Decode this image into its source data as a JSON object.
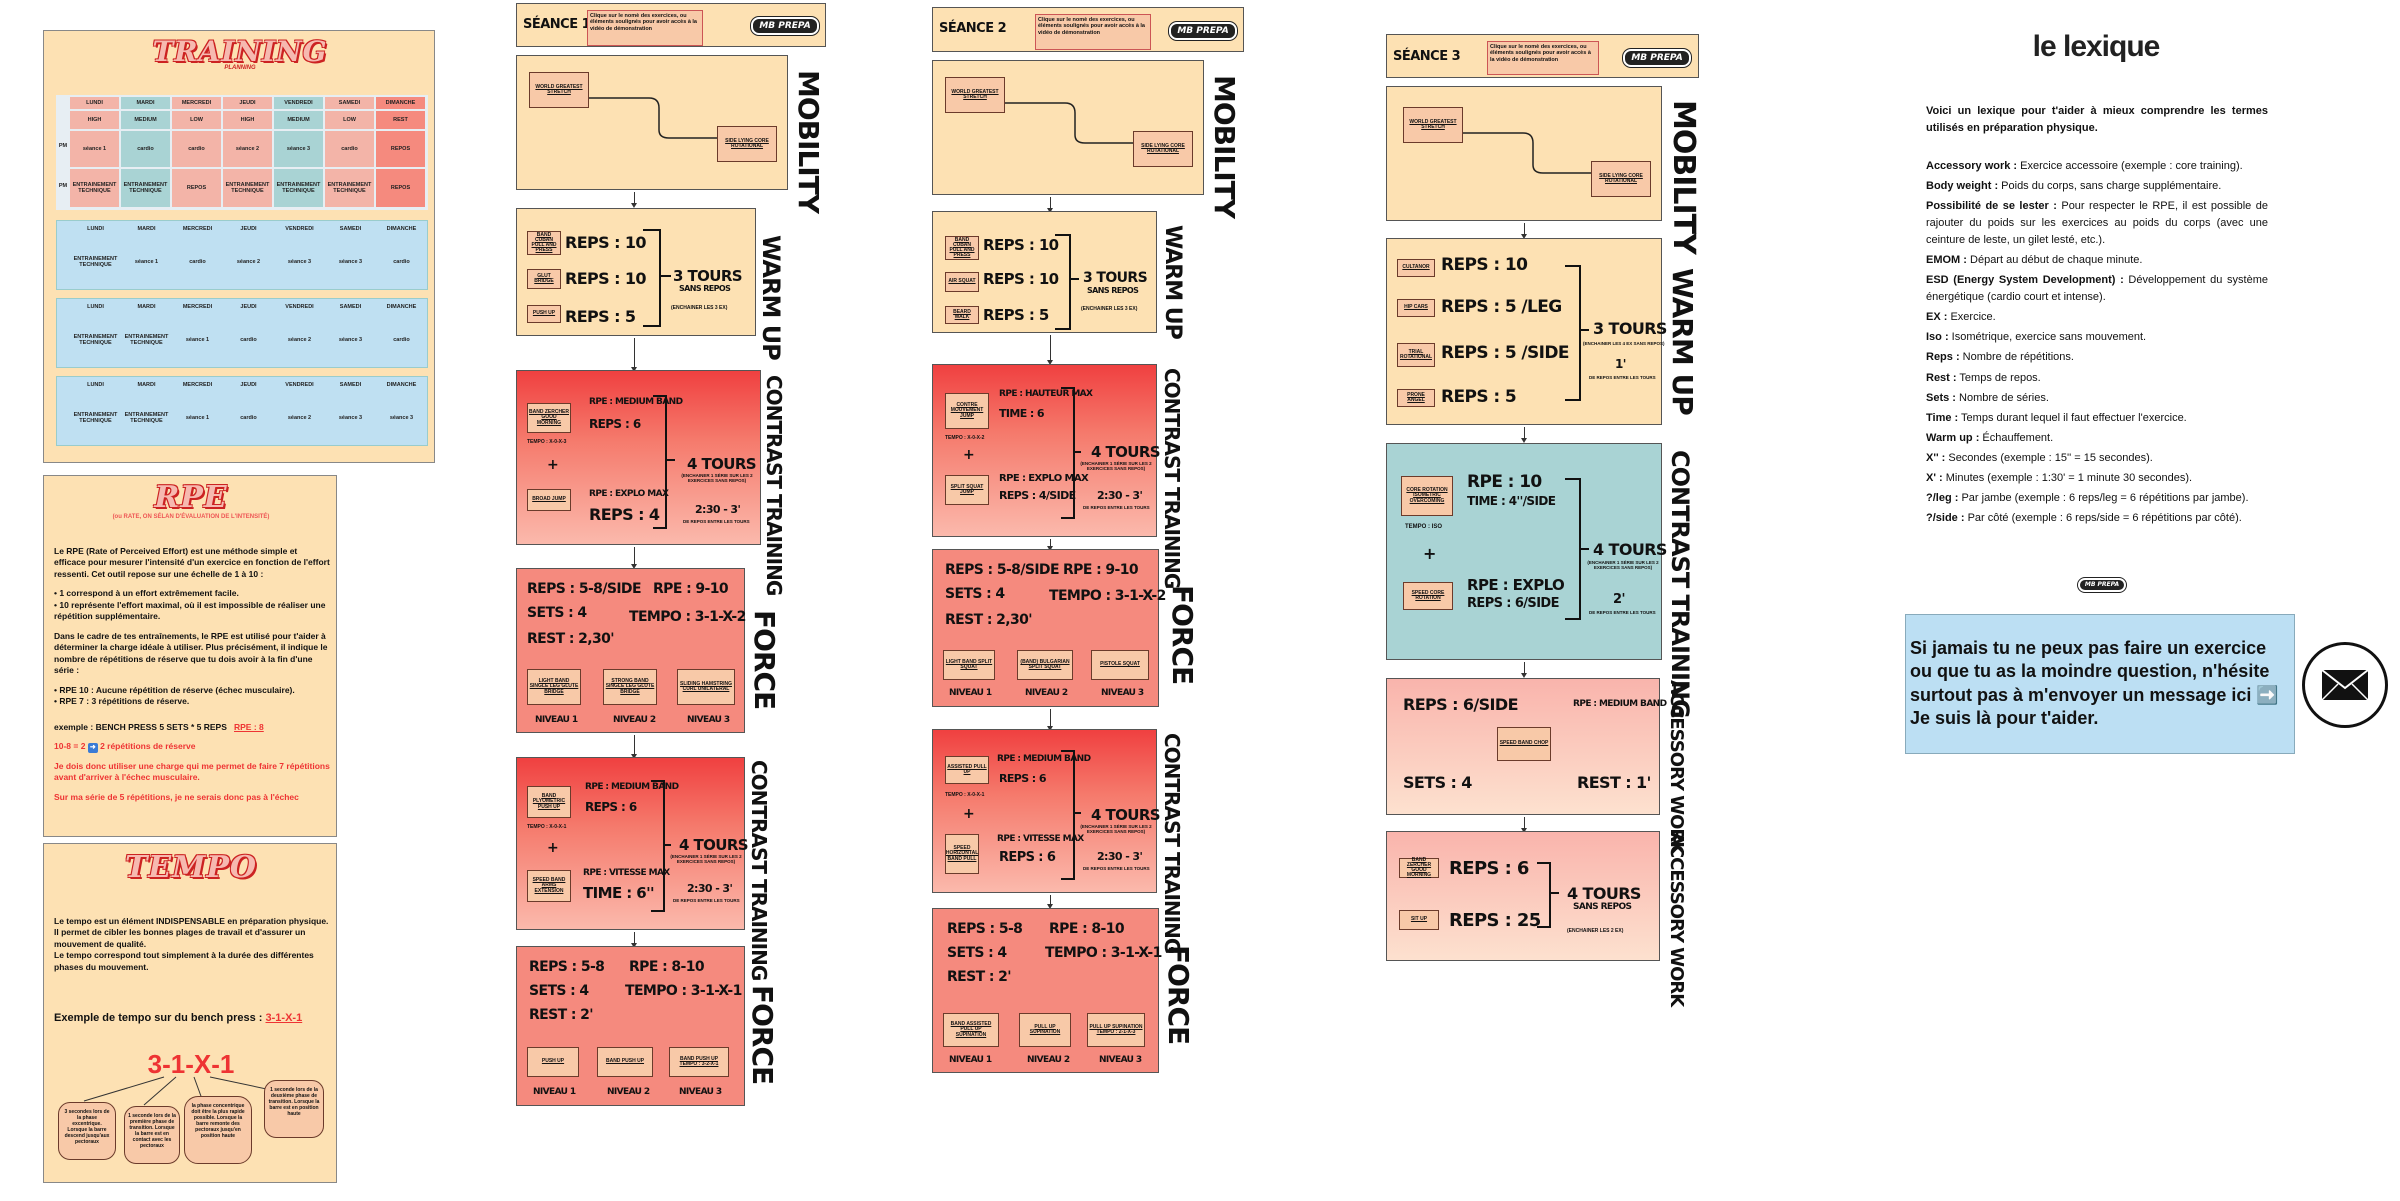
{
  "training": {
    "title": "TRAINING",
    "subtitle": "PLANNING",
    "day_labels": [
      "LUNDI",
      "MARDI",
      "MERCREDI",
      "JEUDI",
      "VENDREDI",
      "SAMEDI",
      "DIMANCHE"
    ],
    "intensity": [
      "HIGH",
      "MEDIUM",
      "LOW",
      "HIGH",
      "MEDIUM",
      "LOW",
      "REST"
    ],
    "row_pm_label": "PM",
    "row_pm": [
      "séance 1",
      "cardio",
      "cardio",
      "séance 2",
      "séance 3",
      "cardio",
      "REPOS"
    ],
    "row_pm2": [
      "ENTRAINEMENT TECHNIQUE",
      "ENTRAINEMENT TECHNIQUE",
      "REPOS",
      "ENTRAINEMENT TECHNIQUE",
      "ENTRAINEMENT TECHNIQUE",
      "ENTRAINEMENT TECHNIQUE",
      "REPOS"
    ],
    "week2": [
      "ENTRAINEMENT TECHNIQUE",
      "séance 1",
      "cardio",
      "séance 2",
      "séance 3",
      "séance 3",
      "cardio"
    ],
    "week3": [
      "ENTRAINEMENT TECHNIQUE",
      "ENTRAINEMENT TECHNIQUE",
      "séance 1",
      "cardio",
      "séance 2",
      "séance 3",
      "cardio"
    ],
    "week4": [
      "ENTRAINEMENT TECHNIQUE",
      "ENTRAINEMENT TECHNIQUE",
      "séance 1",
      "cardio",
      "séance 2",
      "séance 3",
      "séance 3"
    ]
  },
  "rpe": {
    "title": "RPE",
    "subtitle": "(ou RATE, ON SÉLAN D'ÉVALUATION DE L'INTENSITÉ)",
    "p1": "Le RPE (Rate of Perceived Effort) est une méthode simple et efficace pour mesurer l'intensité d'un exercice en fonction de l'effort ressenti. Cet outil repose sur une échelle de 1 à 10 :",
    "b1": "• 1 correspond à un effort extrêmement facile.",
    "b2": "• 10 représente l'effort maximal, où il est impossible de réaliser une répétition supplémentaire.",
    "p2": "Dans le cadre de tes entraînements, le RPE est utilisé pour t'aider à déterminer la charge idéale à utiliser. Plus précisément, il indique le nombre de répétitions de réserve que tu dois avoir à la fin d'une série :",
    "b3": "• RPE 10 : Aucune répétition de réserve (échec musculaire).",
    "b4": "• RPE 7 : 3 répétitions de réserve.",
    "example": "exemple :  BENCH PRESS    5 SETS * 5 REPS",
    "example_rpe": "RPE : 8",
    "calc": "10-8 = 2",
    "calc2": "2 répétitions de réserve",
    "red1": "Je dois donc utiliser une charge qui me permet de faire 7 répétitions avant d'arriver à l'échec musculaire.",
    "red2": "Sur ma série de 5 répétitions, je ne serais donc pas à l'échec"
  },
  "tempo": {
    "title": "TEMPO",
    "p1": "Le tempo est un élément INDISPENSABLE en préparation physique.",
    "p2": "Il permet de cibler les bonnes plages de travail et d'assurer un mouvement de qualité.",
    "p3": "Le tempo correspond tout simplement à la durée des différentes phases du mouvement.",
    "example": "Exemple de tempo sur du bench press :",
    "example_val": "3-1-X-1",
    "big": "3-1-X-1",
    "bubbles": [
      "3 secondes lors de la phase excentrique. Lorsque la barre descend jusqu'aux pectoraux",
      "1 seconde lors de la première phase de transition. Lorsque la barre est en contact avec les pectoraux",
      "la phase concentrique doit être la plus rapide possible. Lorsque la barre remonte des pectoraux jusqu'en position haute",
      "1 seconde lors de la deuxième phase de transition. Lorsque la barre est en position haute"
    ]
  },
  "header_note": "Clique sur le nomè des exercices, ou éléments soulignés pour avoir accès à la vidéo de démonstration",
  "logo": "MB PREPA",
  "s1": {
    "title": "SÉANCE 1",
    "mobility_label": "MOBILITY",
    "mob_a": "WORLD GREATEST STRETCH",
    "mob_b": "SIDE LYING CORE ROTATIONAL",
    "warm_label": "WARM UP",
    "warm_ex": [
      "BAND CUBAN PULL AND PRESS",
      "GLUT BRIDGE",
      "PUSH UP"
    ],
    "warm_reps": [
      "REPS : 10",
      "REPS : 10",
      "REPS : 5"
    ],
    "warm_tours": "3 TOURS",
    "warm_sans": "SANS REPOS",
    "warm_note": "(ENCHAINER LES 3 EX)",
    "c1_label": "CONTRAST TRAINING",
    "c1_ex1": "BAND ZERCHER GOOD MORNING",
    "c1_rpe1": "RPE : MEDIUM BAND",
    "c1_reps1": "REPS : 6",
    "c1_tempo": "TEMPO : X-0-X-3",
    "c1_plus": "+",
    "c1_ex2": "BROAD JUMP",
    "c1_rpe2": "RPE : EXPLO MAX",
    "c1_reps2": "REPS : 4",
    "c1_tours": "4 TOURS",
    "c1_tours_note": "(ENCHAINER 1 SÉRIE SUR LES 2 EXERCICES SANS REPOS)",
    "c1_rest": "2:30 - 3'",
    "c1_rest_note": "DE REPOS ENTRE LES TOURS",
    "f1_label": "FORCE",
    "f1_reps": "REPS : 5-8/SIDE",
    "f1_rpe": "RPE : 9-10",
    "f1_sets": "SETS : 4",
    "f1_tempo": "TEMPO : 3-1-X-2",
    "f1_rest": "REST : 2,30'",
    "f1_ex": [
      "LIGHT BAND SINGLE LEG GLUTE BRIDGE",
      "STRONG BAND SINGLE LEG GLUTE BRIDGE",
      "SLIDING HAMSTRING CURL UNILATERAL"
    ],
    "niveaux": [
      "NIVEAU 1",
      "NIVEAU 2",
      "NIVEAU 3"
    ],
    "c2_label": "CONTRAST TRAINING",
    "c2_ex1": "BAND PLYOMETRIC PUSH UP",
    "c2_rpe1": "RPE : MEDIUM BAND",
    "c2_reps1": "REPS : 6",
    "c2_tempo": "TEMPO : X-0-X-1",
    "c2_ex2": "SPEED BAND ARMS EXTENSION",
    "c2_rpe2": "RPE : VITESSE MAX",
    "c2_time": "TIME : 6''",
    "c2_tours": "4 TOURS",
    "c2_tours_note": "(ENCHAINER 1 SÉRIE SUR LES 2 EXERCICES SANS REPOS)",
    "c2_rest": "2:30 - 3'",
    "c2_rest_note": "DE REPOS ENTRE LES TOURS",
    "f2_label": "FORCE",
    "f2_reps": "REPS : 5-8",
    "f2_rpe": "RPE : 8-10",
    "f2_sets": "SETS : 4",
    "f2_tempo": "TEMPO : 3-1-X-1",
    "f2_rest": "REST : 2'",
    "f2_ex": [
      "PUSH UP",
      "BAND PUSH UP",
      "BAND PUSH UP TEMPO : 3-2-X-1"
    ]
  },
  "s2": {
    "title": "SÉANCE 2",
    "mobility_label": "MOBILITY",
    "mob_a": "WORLD GREATEST STRETCH",
    "mob_b": "SIDE LYING CORE ROTATIONAL",
    "warm_label": "WARM UP",
    "warm_ex": [
      "BAND CUBAN PULL AND PRESS",
      "AIR SQUAT",
      "BEARD WALK"
    ],
    "warm_reps": [
      "REPS : 10",
      "REPS : 10",
      "REPS : 5"
    ],
    "warm_tours": "3 TOURS",
    "warm_sans": "SANS REPOS",
    "warm_note": "(ENCHAINER LES 3 EX)",
    "c1_label": "CONTRAST TRAINING",
    "c1_ex1": "CONTRE MOUVEMENT JUMP",
    "c1_rpe1": "RPE : HAUTEUR MAX",
    "c1_reps1": "TIME : 6",
    "c1_tempo": "TEMPO : X-0-X-2",
    "c1_ex2": "SPLIT SQUAT JUMP",
    "c1_rpe2": "RPE : EXPLO MAX",
    "c1_reps2": "REPS : 4/SIDE",
    "c1_tours": "4 TOURS",
    "c1_tours_note": "(ENCHAINER 1 SÉRIE SUR LES 2 EXERCICES SANS REPOS)",
    "c1_rest": "2:30 - 3'",
    "c1_rest_note": "DE REPOS ENTRE LES TOURS",
    "f1_label": "FORCE",
    "f1_reps": "REPS : 5-8/SIDE",
    "f1_rpe": "RPE : 9-10",
    "f1_sets": "SETS : 4",
    "f1_tempo": "TEMPO : 3-1-X-2",
    "f1_rest": "REST : 2,30'",
    "f1_ex": [
      "LIGHT BAND SPLIT SQUAT",
      "(BAND) BULGARIAN SPLIT SQUAT",
      "PISTOLE SQUAT"
    ],
    "c2_label": "CONTRAST TRAINING",
    "c2_ex1": "ASSISTED PULL UP",
    "c2_rpe1": "RPE : MEDIUM BAND",
    "c2_reps1": "REPS : 6",
    "c2_tempo": "TEMPO : X-0-X-1",
    "c2_ex2": "SPEED HORIZONTAL BAND PULL",
    "c2_rpe2": "RPE : VITESSE MAX",
    "c2_time": "REPS : 6",
    "c2_tours": "4 TOURS",
    "c2_tours_note": "(ENCHAINER 1 SÉRIE SUR LES 2 EXERCICES SANS REPOS)",
    "c2_rest": "2:30 - 3'",
    "c2_rest_note": "DE REPOS ENTRE LES TOURS",
    "f2_label": "FORCE",
    "f2_reps": "REPS : 5-8",
    "f2_rpe": "RPE : 8-10",
    "f2_sets": "SETS : 4",
    "f2_tempo": "TEMPO : 3-1-X-1",
    "f2_rest": "REST : 2'",
    "f2_ex": [
      "BAND ASSISTED PULL UP SUPINATION",
      "PULL UP SUPINATION",
      "PULL UP SUPINATION TEMPO : 2-1-X-3"
    ]
  },
  "s3": {
    "title": "SÉANCE 3",
    "mobility_label": "MOBILITY",
    "mob_a": "WORLD GREATEST STRETCH",
    "mob_b": "SIDE LYING CORE ROTATIONAL",
    "warm_label": "WARM UP",
    "warm_ex": [
      "CULTANOR",
      "HIP CARS",
      "TRIAL ROTATIONAL",
      "PRONE ANGEL"
    ],
    "warm_reps": [
      "REPS : 10",
      "REPS : 5 /LEG",
      "REPS : 5 /SIDE",
      "REPS : 5"
    ],
    "warm_tours": "3 TOURS",
    "warm_note": "(ENCHAINER LES 4 EX SANS REPOS)",
    "warm_rest": "1'",
    "warm_rest_note": "DE REPOS ENTRE LES TOURS",
    "c_label": "CONTRAST TRAINING",
    "c_ex1": "CORE ROTATION ISOMETRIC OVERCOMING",
    "c_rpe1": "RPE : 10",
    "c_time1": "TIME : 4''/SIDE",
    "c_tempo": "TEMPO : ISO",
    "c_ex2": "SPEED CORE ROTATION",
    "c_rpe2": "RPE : EXPLO",
    "c_reps2": "REPS : 6/SIDE",
    "c_tours": "4 TOURS",
    "c_tours_note": "(ENCHAINER 1 SÉRIE SUR LES 2 EXERCICES SANS REPOS)",
    "c_rest": "2'",
    "c_rest_note": "DE REPOS ENTRE LES TOURS",
    "a1_label": "ACCESSORY WORK",
    "a1_reps": "REPS : 6/SIDE",
    "a1_rpe": "RPE : MEDIUM BAND",
    "a1_ex": "SPEED BAND CHOP",
    "a1_sets": "SETS : 4",
    "a1_rest": "REST : 1'",
    "a2_label": "ACCESSORY WORK",
    "a2_ex": [
      "BAND ZERCHER GOOD MORNING",
      "SIT UP"
    ],
    "a2_reps": [
      "REPS : 6",
      "REPS : 25"
    ],
    "a2_tours": "4 TOURS",
    "a2_sans": "SANS REPOS",
    "a2_note": "(ENCHAINER LES 2 EX)"
  },
  "lexique": {
    "title": "le lexique",
    "intro": "Voici un lexique pour t'aider à mieux comprendre les termes utilisés en préparation physique.",
    "items": [
      {
        "term": "Accessory work :",
        "def": " Exercice accessoire (exemple : core training)."
      },
      {
        "term": "Body weight :",
        "def": " Poids du corps, sans charge supplémentaire."
      },
      {
        "term": "Possibilité de se lester :",
        "def": " Pour respecter le RPE, il est possible de rajouter du poids sur les exercices au poids du corps (avec une ceinture de leste, un gilet lesté, etc.)."
      },
      {
        "term": "EMOM :",
        "def": " Départ au début de chaque minute."
      },
      {
        "term": "ESD (Energy System Development) :",
        "def": " Développement du système énergétique (cardio court et intense)."
      },
      {
        "term": "EX :",
        "def": " Exercice."
      },
      {
        "term": "Iso :",
        "def": " Isométrique, exercice sans mouvement."
      },
      {
        "term": "Reps :",
        "def": " Nombre de répétitions."
      },
      {
        "term": "Rest :",
        "def": " Temps de repos."
      },
      {
        "term": "Sets :",
        "def": " Nombre de séries."
      },
      {
        "term": "Time :",
        "def": " Temps durant lequel il faut effectuer l'exercice."
      },
      {
        "term": "Warm up :",
        "def": " Échauffement."
      },
      {
        "term": "X'' :",
        "def": " Secondes (exemple : 15'' = 15 secondes)."
      },
      {
        "term": "X' :",
        "def": " Minutes (exemple : 1:30' = 1 minute 30 secondes)."
      },
      {
        "term": "?/leg :",
        "def": " Par jambe (exemple : 6 reps/leg = 6 répétitions par jambe)."
      },
      {
        "term": "?/side :",
        "def": " Par côté (exemple : 6 reps/side = 6 répétitions par côté)."
      }
    ],
    "contact": "Si jamais tu ne peux pas faire un exercice ou que tu as la moindre question, n'hésite surtout pas à m'envoyer un message ici ➡️ Je suis là pour t'aider."
  },
  "colors": {
    "high": "#f3b4a8",
    "medium": "#a9d3d4",
    "rest": "#f58a7e",
    "week_bg": "#bfe0f2",
    "panel": "#fde1b3"
  }
}
